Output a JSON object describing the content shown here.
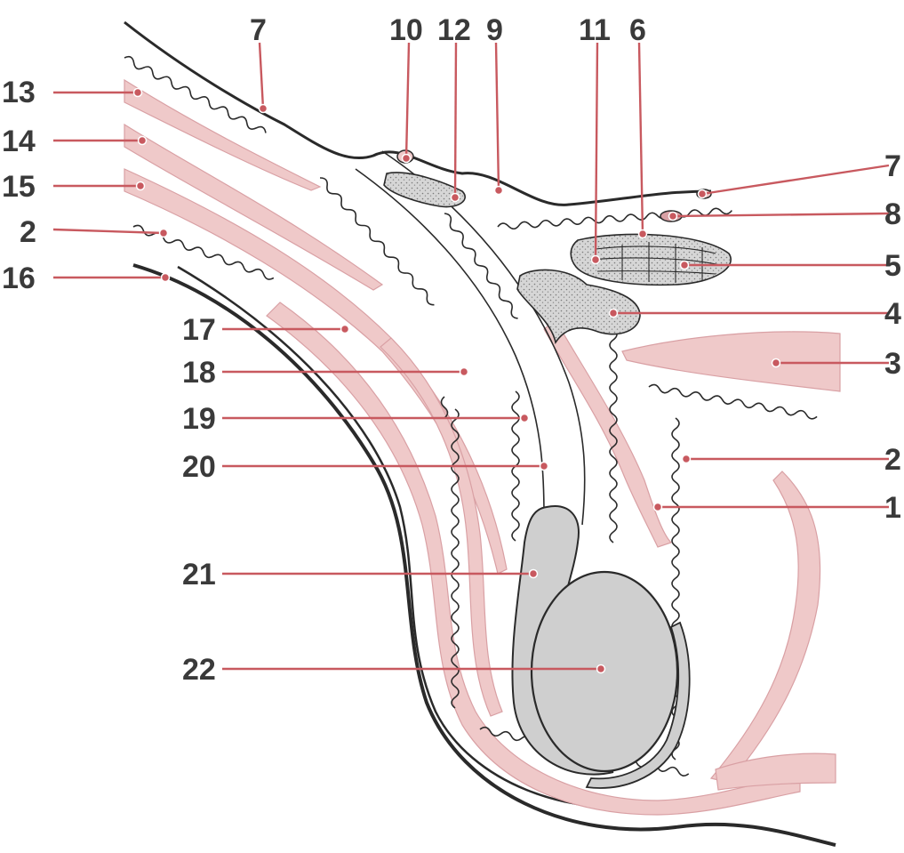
{
  "labels": {
    "l1": "1",
    "l2": "2",
    "l2_left": "2",
    "l3": "3",
    "l4": "4",
    "l5": "5",
    "l6": "6",
    "l7_top": "7",
    "l7_right": "7",
    "l8": "8",
    "l9": "9",
    "l10": "10",
    "l11": "11",
    "l12": "12",
    "l13": "13",
    "l14": "14",
    "l15": "15",
    "l16": "16",
    "l17": "17",
    "l18": "18",
    "l19": "19",
    "l20": "20",
    "l21": "21",
    "l22": "22"
  },
  "colors": {
    "muscle": "#efc9c9",
    "muscle_stroke": "#d9a0a4",
    "organ": "#cfcfcf",
    "leader": "#c8595f",
    "outline": "#2a2a2a"
  }
}
